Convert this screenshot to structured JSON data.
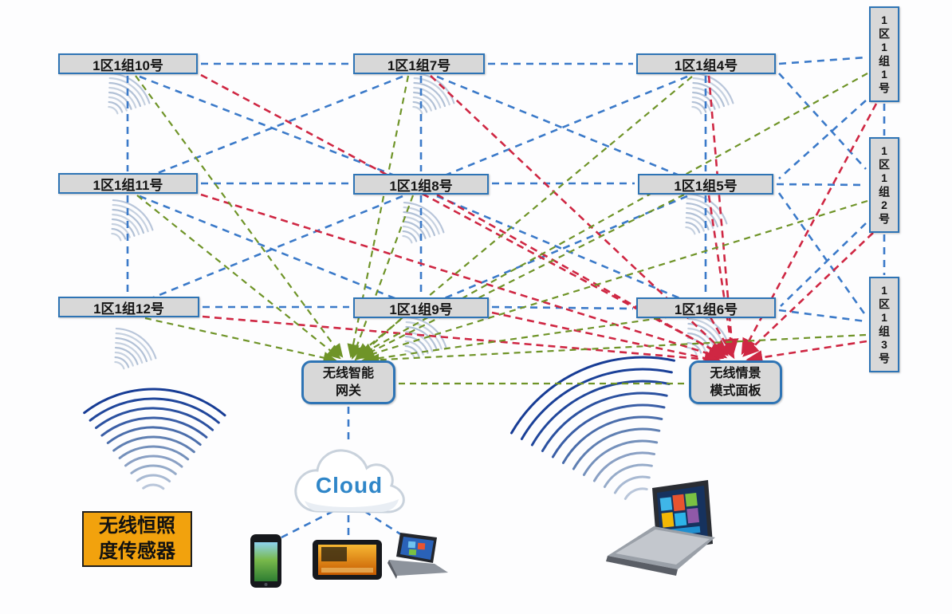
{
  "diagram_title": "wireless-lighting-mesh-network",
  "nodes": {
    "g10": "1区1组10号",
    "g7": "1区1组7号",
    "g4": "1区1组4号",
    "g11": "1区1组11号",
    "g8": "1区1组8号",
    "g5": "1区1组5号",
    "g12": "1区1组12号",
    "g9": "1区1组9号",
    "g6": "1区1组6号",
    "g1": "1区1组1号",
    "g2": "1区1组2号",
    "g3": "1区1组3号"
  },
  "gateway": {
    "label": "无线智能\n网关"
  },
  "scene_panel": {
    "label": "无线情景\n模式面板"
  },
  "sensor": {
    "label": "无线恒照\n度传感器"
  },
  "cloud": {
    "label": "Cloud"
  },
  "icons": {
    "small_fan": "wifi-signal-fan",
    "left_fan": "sensor-radio-waves",
    "right_fan": "laptop-radio-waves",
    "devices": [
      "smartphone",
      "tablet",
      "laptop-small",
      "laptop-large"
    ]
  },
  "colors": {
    "mesh_blue": "#3b7ac9",
    "panel_link_red": "#cf2743",
    "gateway_link_green": "#6f9428",
    "node_fill": "#d8d8d8",
    "node_border": "#2e74b5",
    "sensor_bg": "#f2a20d",
    "cloud_text": "#2f86c8"
  }
}
